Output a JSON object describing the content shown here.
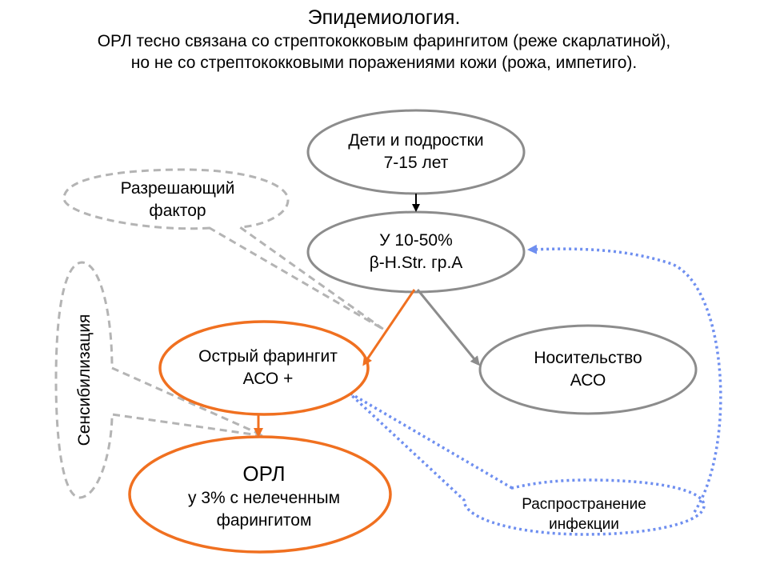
{
  "header": {
    "title": "Эпидемиология.",
    "line1": "ОРЛ тесно связана со стрептококковым фарингитом (реже скарлатиной),",
    "line2": "но не со стрептококковыми поражениями кожи (рожа, импетиго)."
  },
  "nodes": {
    "children": {
      "line1": "Дети и подростки",
      "line2": "7-15 лет"
    },
    "strep": {
      "line1": "У 10-50%",
      "line2": "β-H.Str. гр.А"
    },
    "pharyngitis": {
      "line1": "Острый фарингит",
      "line2": "АСО +"
    },
    "carriage": {
      "line1": "Носительство",
      "line2": "АСО"
    },
    "orl": {
      "line1": "ОРЛ",
      "line2": "у 3% с нелеченным",
      "line3": "фарингитом"
    },
    "resolving": {
      "line1": "Разрешающий",
      "line2": "фактор"
    },
    "sensitization": {
      "label": "Сенсибилизация"
    },
    "spread": {
      "line1": "Распространение",
      "line2": "инфекции"
    }
  },
  "colors": {
    "gray_outline": "#8c8c8c",
    "dashed_gray": "#b4b4b4",
    "orange": "#f07020",
    "blue_dotted": "#6f8ff0",
    "black_arrow": "#000000"
  }
}
